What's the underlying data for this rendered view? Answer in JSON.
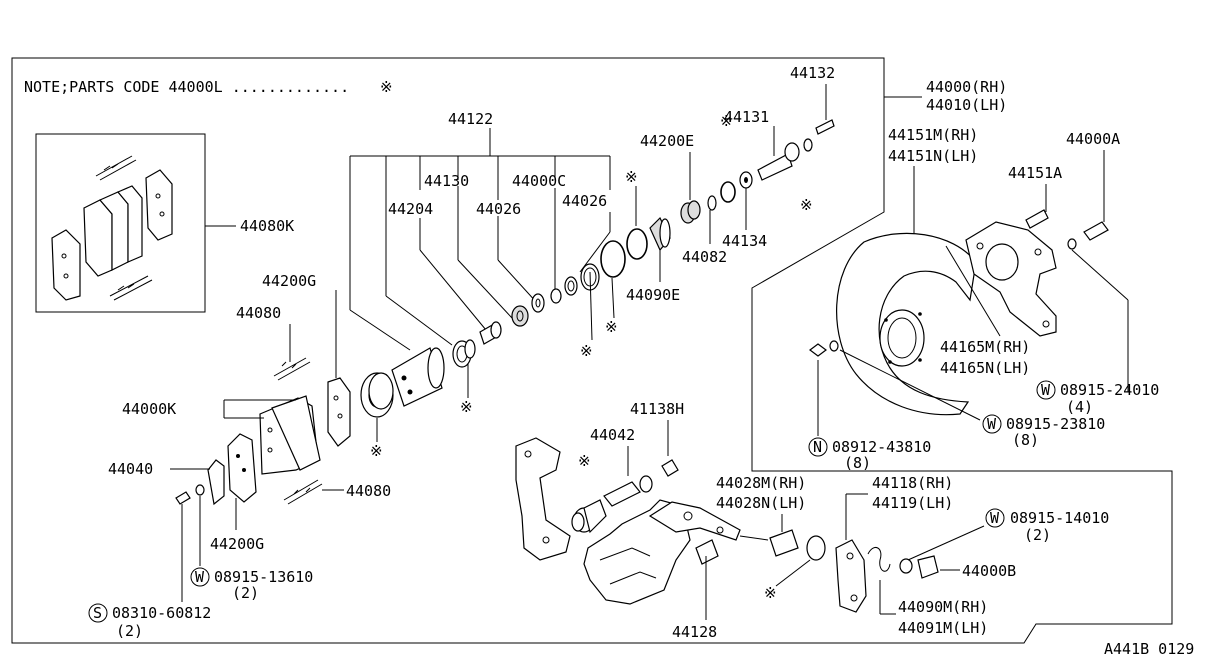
{
  "note": "NOTE;PARTS CODE 44000L .............",
  "note_mark": "※",
  "ref_code": "A441B 0129",
  "mark": "※",
  "labels": {
    "p44122": "44122",
    "p44130": "44130",
    "p44000C": "44000C",
    "p44204": "44204",
    "p44026a": "44026",
    "p44026b": "44026",
    "p44200E": "44200E",
    "p44131": "44131",
    "p44132": "44132",
    "p44134": "44134",
    "p44082": "44082",
    "p44090E": "44090E",
    "p44080K": "44080K",
    "p44200G_top": "44200G",
    "p44080_top": "44080",
    "p44000K": "44000K",
    "p44040": "44040",
    "p44080_bot": "44080",
    "p44200G_bot": "44200G",
    "p08915_13610": "08915-13610",
    "q_13610": "(2)",
    "p08310_60812": "08310-60812",
    "q_60812": "(2)",
    "p44000_rh": "44000(RH)",
    "p44010_lh": "44010(LH)",
    "p44151M": "44151M(RH)",
    "p44151N": "44151N(LH)",
    "p44000A": "44000A",
    "p44151A": "44151A",
    "p44165M": "44165M(RH)",
    "p44165N": "44165N(LH)",
    "p08915_24010": "08915-24010",
    "q_24010": "(4)",
    "p08915_23810": "08915-23810",
    "q_23810": "(8)",
    "p08912_43810": "08912-43810",
    "q_43810": "(8)",
    "p41138H": "41138H",
    "p44042": "44042",
    "p44028M": "44028M(RH)",
    "p44028N": "44028N(LH)",
    "p44118": "44118(RH)",
    "p44119": "44119(LH)",
    "p08915_14010": "08915-14010",
    "q_14010": "(2)",
    "p44000B": "44000B",
    "p44090M": "44090M(RH)",
    "p44091M": "44091M(LH)",
    "p44128": "44128"
  },
  "circle_letters": {
    "w_13610": "W",
    "s_60812": "S",
    "w_24010": "W",
    "w_23810": "W",
    "n_43810": "N",
    "w_14010": "W"
  }
}
